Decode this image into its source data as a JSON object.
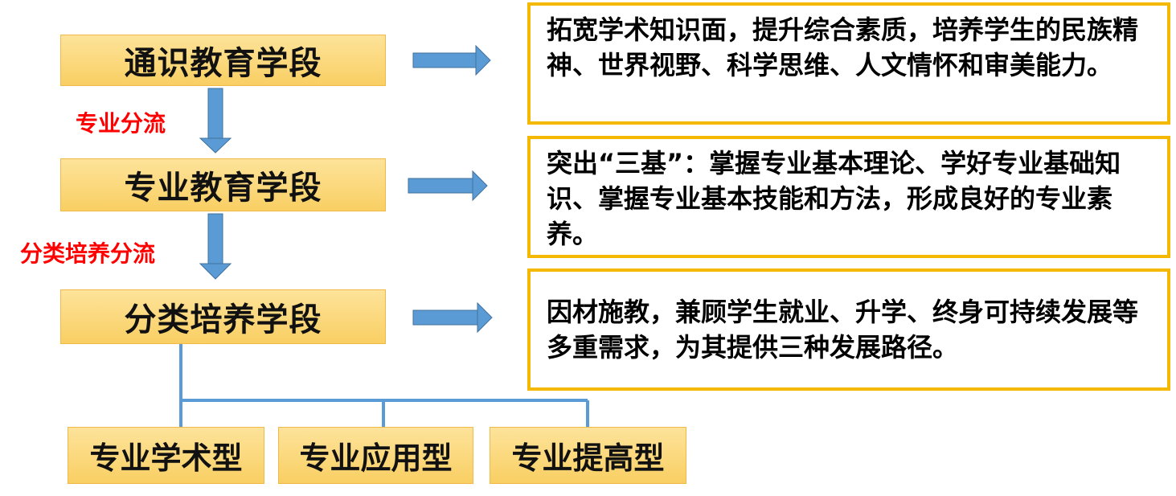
{
  "stages": [
    {
      "label": "通识教育学段"
    },
    {
      "label": "专业教育学段"
    },
    {
      "label": "分类培养学段"
    }
  ],
  "descriptions": [
    {
      "text": "拓宽学术知识面，提升综合素质，培养学生的民族精神、世界视野、科学思维、人文情怀和审美能力。"
    },
    {
      "text": "突出“三基”：掌握专业基本理论、学好专业基础知识、掌握专业基本技能和方法，形成良好的专业素养。"
    },
    {
      "text": "因材施教，兼顾学生就业、升学、终身可持续发展等多重需求，为其提供三种发展路径。"
    }
  ],
  "flow_labels": [
    {
      "text": "专业分流"
    },
    {
      "text": "分类培养分流"
    }
  ],
  "types": [
    {
      "label": "专业学术型"
    },
    {
      "label": "专业应用型"
    },
    {
      "label": "专业提高型"
    }
  ],
  "colors": {
    "box_fill": "#f9d677",
    "box_border": "#f0b94a",
    "desc_border": "#f5b800",
    "arrow": "#5b9bd5",
    "flow_label": "#ff0000"
  }
}
